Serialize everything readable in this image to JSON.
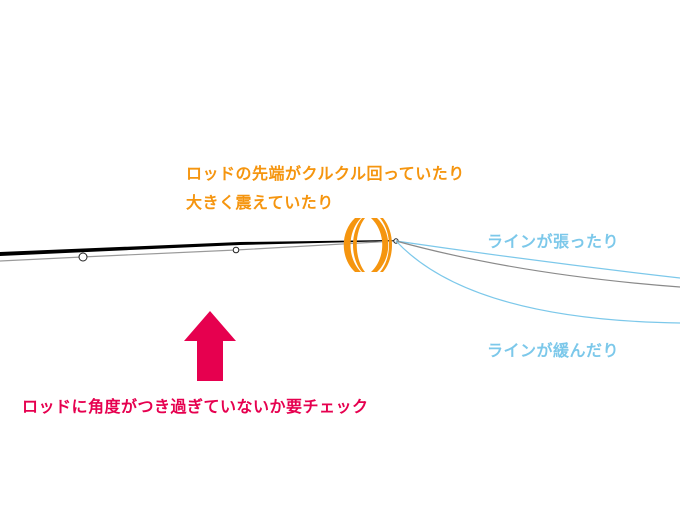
{
  "annotations": {
    "rod_tip_line1": "ロッドの先端がクルクル回っていたり",
    "rod_tip_line2": "大きく震えていたり",
    "line_taut": "ラインが張ったり",
    "line_slack": "ラインが緩んだり",
    "rod_angle_check": "ロッドに角度がつき過ぎていないか要チェック"
  },
  "colors": {
    "orange": "#f5950f",
    "blue": "#7cc8ea",
    "red": "#e6004f",
    "rod": "#000000",
    "line_gray": "#8a8a8a"
  }
}
